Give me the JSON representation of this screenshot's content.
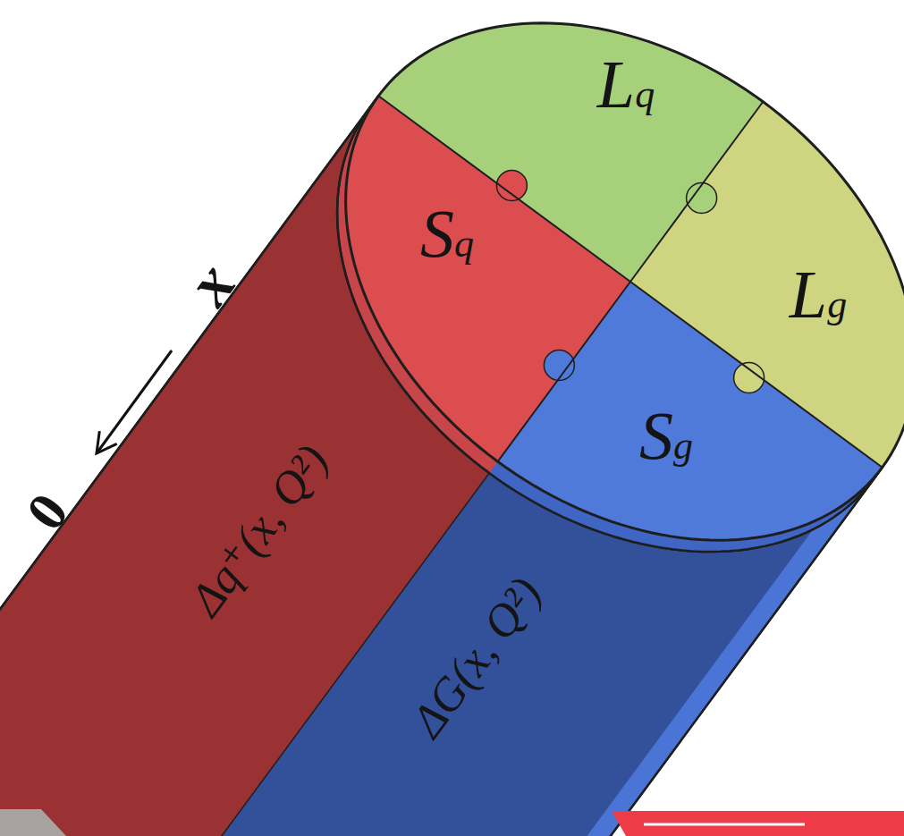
{
  "diagram": {
    "nodes": [
      {
        "text": [
          "Lq"
        ]
      },
      {
        "text": [
          "Lg"
        ]
      },
      {
        "text": [
          "Sq"
        ]
      },
      {
        "text": [
          "Sg"
        ]
      },
      {
        "text": [
          "Δq⁺(x, Q²)"
        ]
      },
      {
        "text": [
          "ΔG(x, Q²)"
        ]
      }
    ],
    "labels": [
      "0",
      "x"
    ]
  }
}
